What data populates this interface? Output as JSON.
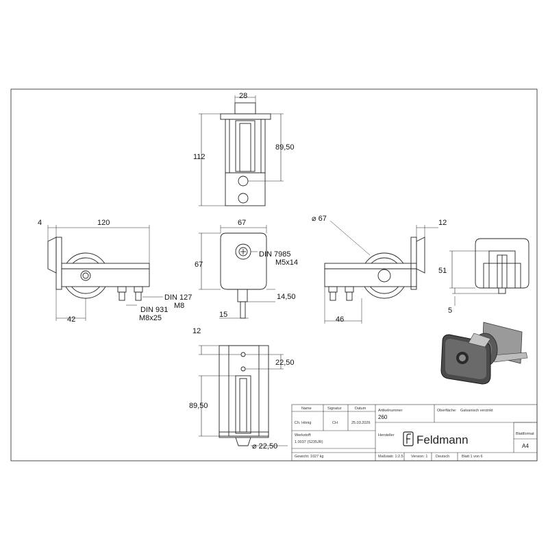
{
  "dimensions": {
    "top_width": "28",
    "top_height": "112",
    "top_inner_height": "89,50",
    "left_offset": "4",
    "left_length": "120",
    "left_wheel_offset": "42",
    "left_bolt_label": "DIN 127",
    "left_bolt_size": "M8",
    "left_screw_label": "DIN 931",
    "left_screw_size": "M8x25",
    "front_width": "67",
    "front_height": "67",
    "front_screw_label": "DIN 7985",
    "front_screw_size": "M5x14",
    "front_shaft_offset": "14,50",
    "front_shaft_width": "15",
    "right_wheel_diameter": "⌀ 67",
    "right_plate_thickness": "12",
    "right_wheel_offset": "46",
    "side_height": "51",
    "side_offset": "5",
    "bottom_top_offset": "12",
    "bottom_hole_spacing": "22,50",
    "bottom_height": "89,50",
    "bottom_diameter": "⌀ 22,50"
  },
  "title_block": {
    "headers": {
      "name": "Name",
      "signature": "Signatur",
      "date": "Datum"
    },
    "row1": {
      "name": "Ch. Hönig",
      "signature": "CH",
      "date": "25.03.2026"
    },
    "article_label": "Artikelnummer",
    "article_value": "260",
    "surface_label": "Oberfläche:",
    "surface_value": "Galvanisch verzinkt",
    "material_label": "Werkstoff:",
    "material_value": "1.0037 (S235JR)",
    "manufacturer_label": "Hersteller",
    "brand": "Feldmann",
    "format_label": "Blattformat",
    "format_value": "A4",
    "weight": "Gewicht: 1027 kg",
    "scale": "Maßstab: 1:2.5",
    "version": "Version: 1",
    "language": "Deutsch",
    "sheet": "Blatt 1 von 6"
  },
  "colors": {
    "line": "#1a1a1a",
    "render_dark": "#3a3a3a",
    "render_mid": "#8a8a8a",
    "render_light": "#d4d4d4"
  }
}
